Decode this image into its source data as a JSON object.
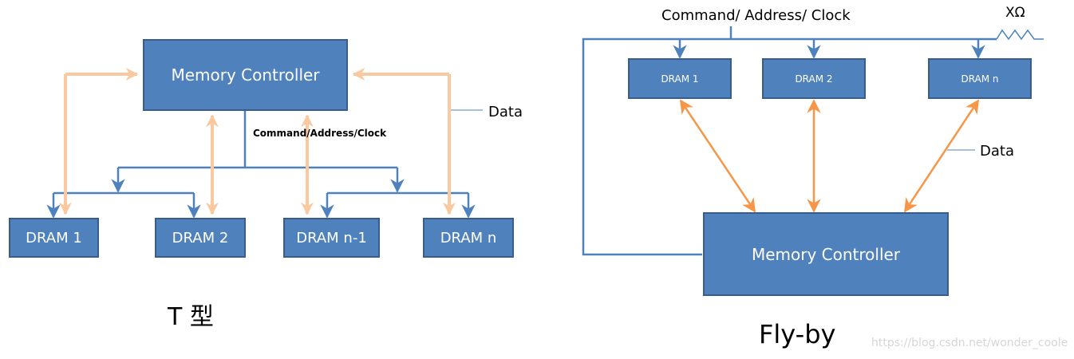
{
  "colors": {
    "box_fill": "#4f81bd",
    "box_border": "#385d8a",
    "bus_line": "#4f81bd",
    "t_data_arrow": "#f9c9a1",
    "flyby_data_arrow": "#f79646"
  },
  "t_topology": {
    "controller_label": "Memory Controller",
    "bus_label": "Command/Address/Clock",
    "data_label": "Data",
    "drams": [
      "DRAM 1",
      "DRAM 2",
      "DRAM n-1",
      "DRAM n"
    ],
    "caption": "T 型"
  },
  "flyby_topology": {
    "bus_label": "Command/ Address/ Clock",
    "terminator_label": "XΩ",
    "drams": [
      "DRAM 1",
      "DRAM 2",
      "DRAM n"
    ],
    "data_label": "Data",
    "controller_label": "Memory Controller",
    "caption": "Fly-by"
  },
  "watermark": "https://blog.csdn.net/wonder_coole"
}
